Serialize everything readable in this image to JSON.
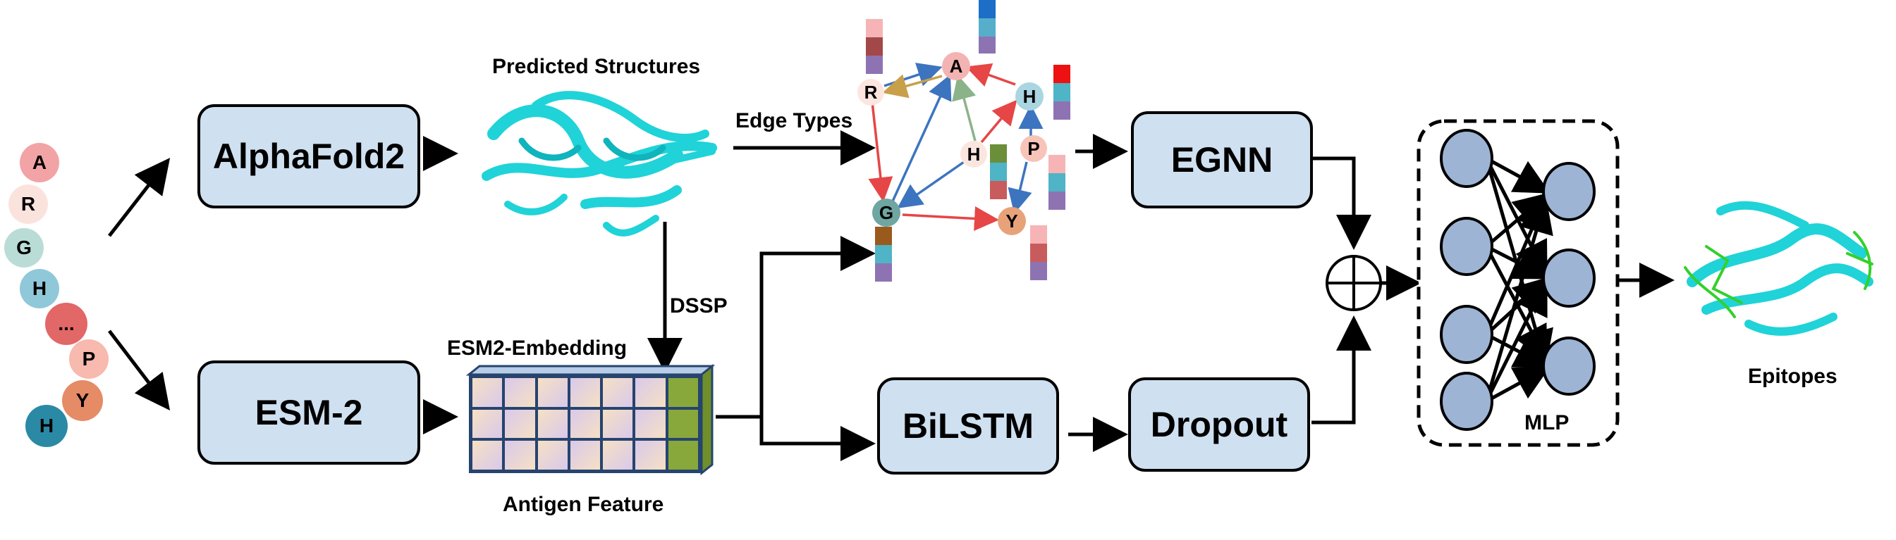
{
  "sequence": [
    {
      "letter": "A",
      "color": "#f2a3a6"
    },
    {
      "letter": "R",
      "color": "#fbe3dd"
    },
    {
      "letter": "G",
      "color": "#b9ddd6"
    },
    {
      "letter": "H",
      "color": "#8fc8d9"
    },
    {
      "letter": "...",
      "color": "#e26767"
    },
    {
      "letter": "P",
      "color": "#f8b9ae"
    },
    {
      "letter": "Y",
      "color": "#e58b66"
    },
    {
      "letter": "H",
      "color": "#2a8aa6"
    }
  ],
  "boxes": {
    "alphafold": "AlphaFold2",
    "esm": "ESM-2",
    "egnn": "EGNN",
    "bilstm": "BiLSTM",
    "dropout": "Dropout"
  },
  "labels": {
    "predicted_structures": "Predicted Structures",
    "edge_types": "Edge Types",
    "dssp": "DSSP",
    "esm2_embedding": "ESM2-Embedding",
    "antigen_feature": "Antigen Feature",
    "mlp": "MLP",
    "epitopes": "Epitopes"
  },
  "graph": {
    "nodes": [
      {
        "id": "A",
        "color": "#f4b3b3"
      },
      {
        "id": "R",
        "color": "#fde6df"
      },
      {
        "id": "H1",
        "label": "H",
        "color": "#a9d6e0"
      },
      {
        "id": "H2",
        "label": "H",
        "color": "#fbe6df"
      },
      {
        "id": "P",
        "label": "P",
        "color": "#f8c3b8"
      },
      {
        "id": "G",
        "color": "#6fa6a1"
      },
      {
        "id": "Y",
        "color": "#e8a27a"
      }
    ],
    "edge_colors": {
      "red": "#e64646",
      "blue": "#3d74c0",
      "gold": "#c8a04a",
      "green": "#8bb38a"
    }
  },
  "colors": {
    "box_fill": "#cfe0f0",
    "protein": "#1fd3d8",
    "epitope": "#34d02b",
    "mlp_node": "#9db4d4",
    "grid_pastel_a": "#f6e0c4",
    "grid_pastel_b": "#d9c9ea",
    "grid_green": "#88a83c"
  }
}
